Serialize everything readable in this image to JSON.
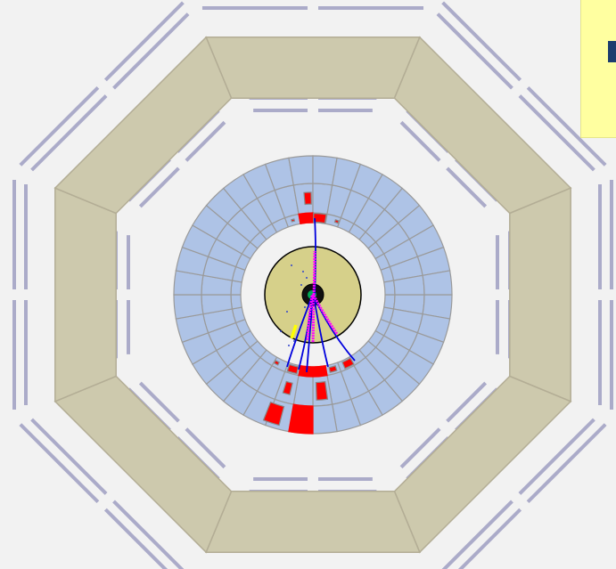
{
  "event_display": {
    "view": "transverse",
    "colors": {
      "background": "#f2f2f2",
      "muon_chamber": "#ababc9",
      "hadronic_calorimeter": "#cdc9ad",
      "hadronic_edge": "#b3ad95",
      "em_calorimeter": "#aec3e6",
      "em_cell_border": "#9a9a9a",
      "tracker": "#d6d08a",
      "energy_deposit": "#ff0000",
      "track": "#0000dd",
      "track_highlight": "#ff00ff",
      "jet_marker": "#ffff00",
      "vertex": "#000000"
    },
    "em_calorimeter": {
      "segments": 36,
      "layers": 3
    },
    "hadronic_calorimeter": {
      "sides": 8
    },
    "muon_chambers": {
      "sides": 8,
      "layers": 2
    }
  },
  "info_box": {
    "color": "#ffffa0",
    "mark_color": "#1d3d6e"
  }
}
